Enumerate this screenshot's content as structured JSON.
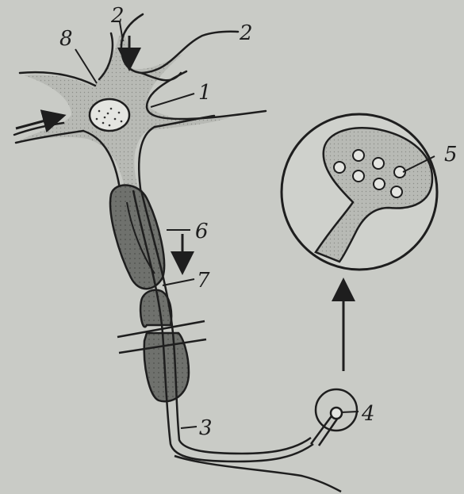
{
  "labels": {
    "l1": "1",
    "l2a": "2",
    "l2b": "2",
    "l3": "3",
    "l4": "4",
    "l5": "5",
    "l6": "6",
    "l7": "7",
    "l8": "8"
  },
  "colors": {
    "background": "#c9cbc6",
    "ink": "#1e1e1e",
    "cell_fill": "#b3b5b0",
    "myelin_fill": "#6f716d",
    "nucleus_fill": "#e4e5e1"
  }
}
